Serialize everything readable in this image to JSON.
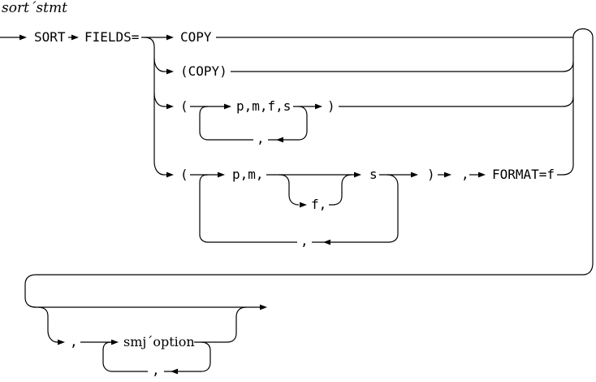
{
  "page_title": "sort´stmt",
  "colors": {
    "line": "#000000",
    "background": "#ffffff"
  },
  "diagram": {
    "main": {
      "start_keyword": "SORT",
      "fields_keyword": "FIELDS="
    },
    "alternatives": {
      "copy": "COPY",
      "copy_paren": "(COPY)",
      "list_full": {
        "open_paren": "(",
        "item": "p,m,f,s",
        "separator_comma": ",",
        "close_paren": ")"
      },
      "list_with_format": {
        "open_paren": "(",
        "item_prefix": "p,m,",
        "optional_f": "f,",
        "item_suffix": "s",
        "close_paren": ")",
        "comma": ",",
        "format_keyword": "FORMAT=f",
        "separator_comma": ","
      }
    },
    "options_row": {
      "comma": ",",
      "smj_option": "smj´option",
      "separator_comma": ","
    }
  }
}
